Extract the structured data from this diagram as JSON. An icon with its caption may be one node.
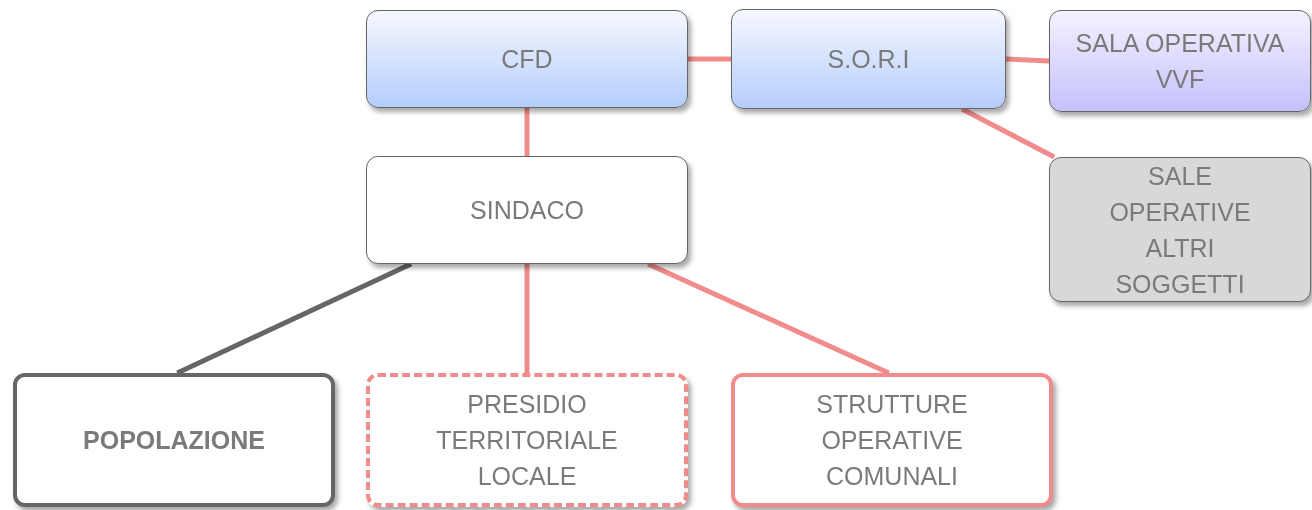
{
  "diagram": {
    "nodes": [
      {
        "text": [
          "CFD"
        ]
      },
      {
        "text": [
          "S.O.R.I"
        ]
      },
      {
        "text": [
          "SALA OPERATIVA VVF"
        ]
      },
      {
        "text": [
          "SINDACO"
        ]
      },
      {
        "text": [
          "SALE OPERATIVE ALTRI SOGGETTI"
        ]
      },
      {
        "text": [
          "POPOLAZIONE"
        ]
      },
      {
        "text": [
          "PRESIDIO TERRITORIALE LOCALE"
        ]
      },
      {
        "text": [
          "STRUTTURE OPERATIVE COMUNALI"
        ]
      }
    ],
    "edges": [
      {
        "from": 0,
        "to": 1,
        "arrow": "none"
      },
      {
        "from": 1,
        "to": 2,
        "arrow": "none"
      },
      {
        "from": 0,
        "to": 3,
        "arrow": "none"
      },
      {
        "from": 1,
        "to": 4,
        "arrow": "none"
      },
      {
        "from": 3,
        "to": 5,
        "arrow": "none",
        "color": "#666666"
      },
      {
        "from": 3,
        "to": 6,
        "arrow": "none"
      },
      {
        "from": 3,
        "to": 7,
        "arrow": "none"
      }
    ]
  }
}
